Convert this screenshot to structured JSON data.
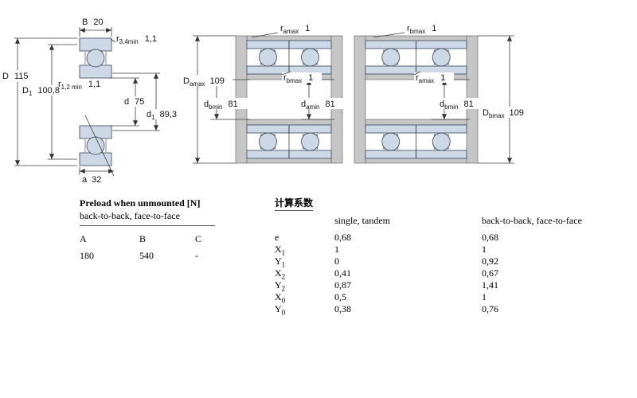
{
  "diagram_single": {
    "labels": {
      "B": {
        "base": "B",
        "value": "20"
      },
      "r34": {
        "base": "r",
        "sub": "3,4min",
        "value": "1,1"
      },
      "D": {
        "base": "D",
        "value": "115"
      },
      "r12": {
        "base": "r",
        "sub": "1,2 min",
        "value": "1,1"
      },
      "D1": {
        "base": "D",
        "sub": "1",
        "value": "100,8"
      },
      "d": {
        "base": "d",
        "value": "75"
      },
      "d1": {
        "base": "d",
        "sub": "1",
        "value": "89,3"
      },
      "a": {
        "base": "a",
        "value": "32"
      }
    }
  },
  "diagram_back_to_back": {
    "labels": {
      "ramax": {
        "base": "r",
        "sub": "amax",
        "value": "1"
      },
      "Damax": {
        "base": "D",
        "sub": "amax",
        "value": "109"
      },
      "rbmax": {
        "base": "r",
        "sub": "bmax",
        "value": "1"
      },
      "dbmin": {
        "base": "d",
        "sub": "bmin",
        "value": "81"
      },
      "damin": {
        "base": "d",
        "sub": "amin",
        "value": "81"
      }
    }
  },
  "diagram_face_to_face": {
    "labels": {
      "rbmax": {
        "base": "r",
        "sub": "bmax",
        "value": "1"
      },
      "ramax": {
        "base": "r",
        "sub": "amax",
        "value": "1"
      },
      "dbmin": {
        "base": "d",
        "sub": "bmin",
        "value": "81"
      },
      "Dbmax": {
        "base": "D",
        "sub": "bmax",
        "value": "109"
      }
    }
  },
  "preload": {
    "title": "Preload when unmounted [N]",
    "subtitle": "back-to-back, face-to-face",
    "columns": [
      "A",
      "B",
      "C"
    ],
    "values": [
      "180",
      "540",
      "-"
    ]
  },
  "factors": {
    "title": "计算系数",
    "col1": "single, tandem",
    "col2": "back-to-back, face-to-face",
    "rows": [
      {
        "base": "e",
        "sub": "",
        "v1": "0,68",
        "v2": "0,68"
      },
      {
        "base": "X",
        "sub": "1",
        "v1": "1",
        "v2": "1"
      },
      {
        "base": "Y",
        "sub": "1",
        "v1": "0",
        "v2": "0,92"
      },
      {
        "base": "X",
        "sub": "2",
        "v1": "0,41",
        "v2": "0,67"
      },
      {
        "base": "Y",
        "sub": "2",
        "v1": "0,87",
        "v2": "1,41"
      },
      {
        "base": "X",
        "sub": "0",
        "v1": "0,5",
        "v2": "1"
      },
      {
        "base": "Y",
        "sub": "0",
        "v1": "0,38",
        "v2": "0,76"
      }
    ]
  },
  "colors": {
    "bearing_fill": "#cdd9e6",
    "steel_gray": "#c6c6c6",
    "line": "#3d3d3d"
  }
}
